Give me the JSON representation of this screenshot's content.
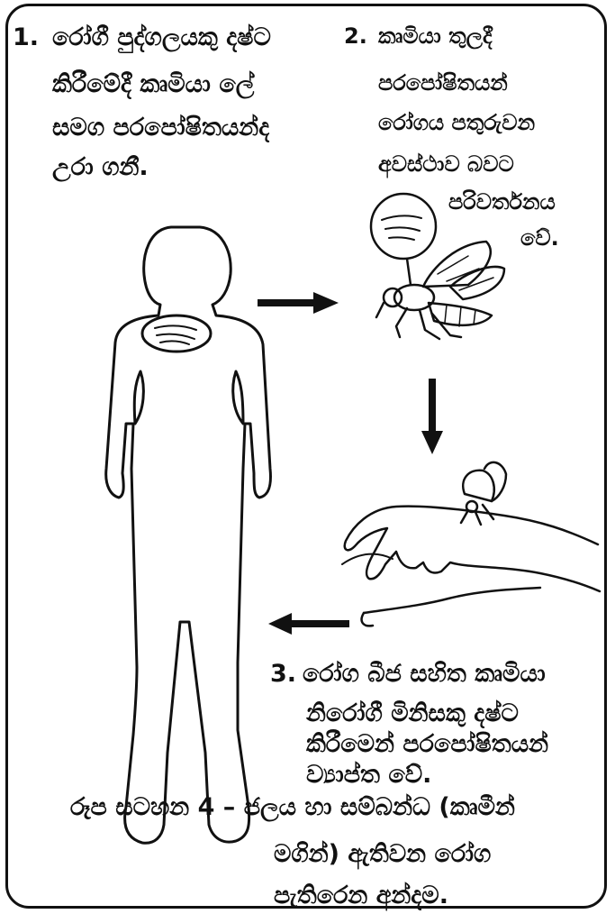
{
  "step1": {
    "number": "1.",
    "lines": [
      "රෝගී පුද්ගලයකු දෂ්ට",
      "කිරීමේදී කෘමියා ලේ",
      "සමග පරපෝෂිතයන්ද",
      "උරා ගනී."
    ]
  },
  "step2": {
    "number": "2.",
    "lines": [
      "කෘමියා තුලදී",
      "පරපෝෂිතයන්",
      "රෝගය පතුරුවන",
      "අවස්ථාව බවට",
      "පරිවර්තනය",
      "වේ."
    ]
  },
  "step3": {
    "number": "3.",
    "lines": [
      "රෝග බීජ සහිත කෘමියා",
      "නිරෝගී මිනිසකු දෂ්ට",
      "කිරීමෙන් පරපෝෂිතයන්",
      "ව්‍යාප්ත වේ."
    ]
  },
  "caption": {
    "lines": [
      "රූප සටහන 4 – ජලය හා සම්බන්ධ (කෘමීන්",
      "මගින්) ඇතිවන රෝග",
      "පැතිරෙන අන්දම."
    ]
  }
}
